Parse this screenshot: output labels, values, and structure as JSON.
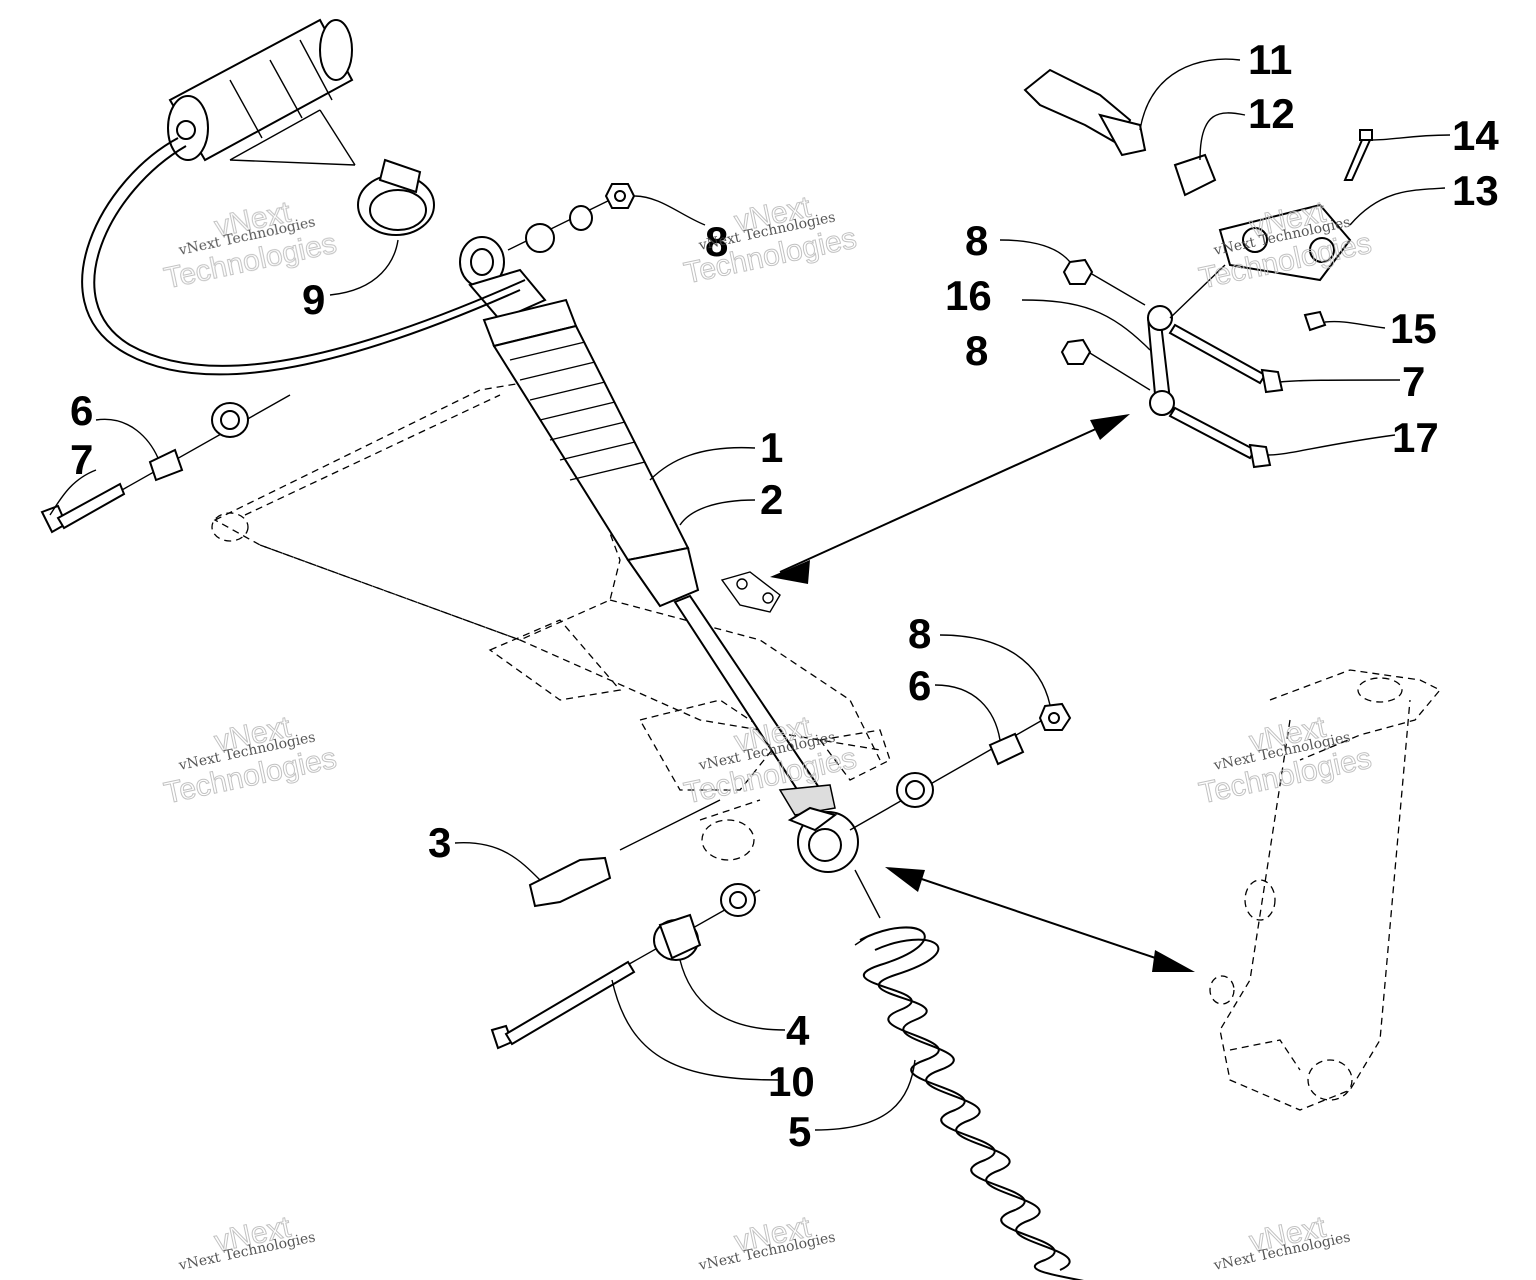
{
  "callouts": [
    {
      "id": "c1",
      "text": "1"
    },
    {
      "id": "c2",
      "text": "2"
    },
    {
      "id": "c3",
      "text": "3"
    },
    {
      "id": "c4",
      "text": "4"
    },
    {
      "id": "c5",
      "text": "5"
    },
    {
      "id": "c6a",
      "text": "6"
    },
    {
      "id": "c6b",
      "text": "6"
    },
    {
      "id": "c7a",
      "text": "7"
    },
    {
      "id": "c7b",
      "text": "7"
    },
    {
      "id": "c8a",
      "text": "8"
    },
    {
      "id": "c8b",
      "text": "8"
    },
    {
      "id": "c8c",
      "text": "8"
    },
    {
      "id": "c8d",
      "text": "8"
    },
    {
      "id": "c9",
      "text": "9"
    },
    {
      "id": "c10",
      "text": "10"
    },
    {
      "id": "c11",
      "text": "11"
    },
    {
      "id": "c12",
      "text": "12"
    },
    {
      "id": "c13",
      "text": "13"
    },
    {
      "id": "c14",
      "text": "14"
    },
    {
      "id": "c15",
      "text": "15"
    },
    {
      "id": "c16",
      "text": "16"
    },
    {
      "id": "c17",
      "text": "17"
    }
  ],
  "watermark": {
    "line1": "vNext Technologies",
    "line2": "vNext",
    "line3": "Technologies"
  }
}
